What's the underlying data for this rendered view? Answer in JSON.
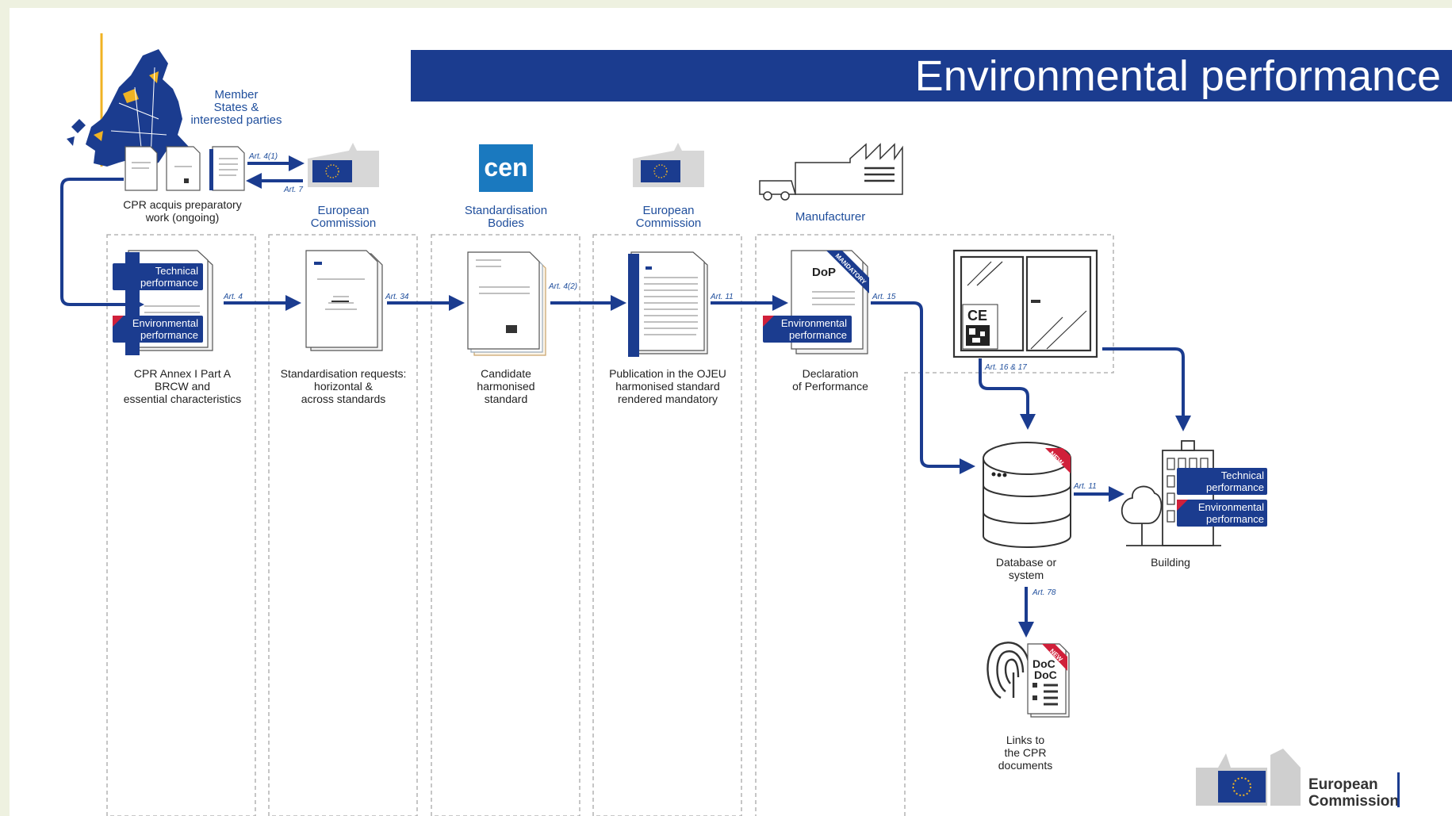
{
  "slide": {
    "title": "Environmental performance"
  },
  "colors": {
    "primary": "#1b3c8f",
    "accent": "#f0b323",
    "badge_red": "#d0203a",
    "label_blue": "#1f4e9c",
    "gray": "#7a7a7a"
  },
  "actors": {
    "member_states": [
      "Member",
      "States &",
      "interested parties"
    ],
    "european_commission_1": [
      "European",
      "Commission"
    ],
    "standardisation_bodies": [
      "Standardisation",
      "Bodies"
    ],
    "european_commission_2": [
      "European",
      "Commission"
    ],
    "manufacturer": "Manufacturer",
    "cen_logo": "cen"
  },
  "cpr_acquis": [
    "CPR acquis preparatory",
    "work (ongoing)"
  ],
  "stages": [
    [
      "CPR Annex I Part A",
      "BRCW and",
      "essential characteristics"
    ],
    [
      "Standardisation requests:",
      "horizontal &",
      "across standards"
    ],
    [
      "Candidate",
      "harmonised",
      "standard"
    ],
    [
      "Publication in the OJEU",
      "harmonised standard",
      "rendered mandatory"
    ],
    [
      "Declaration",
      "of Performance"
    ]
  ],
  "tags": {
    "technical": [
      "Technical",
      "performance"
    ],
    "environmental": [
      "Environmental",
      "performance"
    ],
    "new": "NEW",
    "mandatory": "MANDATORY",
    "dop": "DoP",
    "doc": "DoC",
    "ce": "CE"
  },
  "articles": {
    "art_4_1": "Art. 4(1)",
    "art_7": "Art. 7",
    "art_4": "Art. 4",
    "art_34": "Art. 34",
    "art_4_2": "Art. 4(2)",
    "art_11a": "Art. 11",
    "art_15": "Art. 15",
    "art_16_17": "Art. 16 & 17",
    "art_11b": "Art. 11",
    "art_78": "Art. 78"
  },
  "endpoints": {
    "database": [
      "Database or",
      "system"
    ],
    "building": "Building",
    "links": [
      "Links to",
      "the CPR",
      "documents"
    ]
  },
  "footer_logo": [
    "European",
    "Commission"
  ]
}
